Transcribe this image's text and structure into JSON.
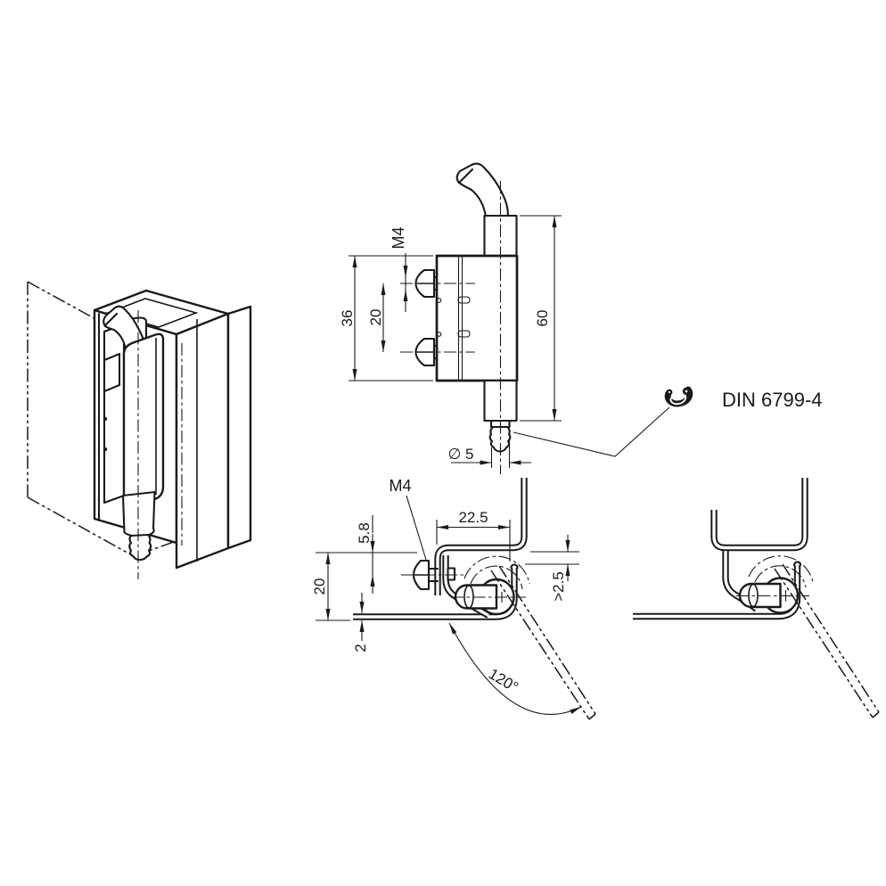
{
  "drawing": {
    "background": "#ffffff",
    "line_color": "#1a1a1a",
    "front_view": {
      "thread_label": "M4",
      "plate_height": "36",
      "hole_spacing": "20",
      "overall_height": "60",
      "pin_diameter": "∅ 5"
    },
    "retaining_ring": {
      "label": "DIN 6799-4"
    },
    "section_view": {
      "thread_label": "M4",
      "door_offset": "22.5",
      "screw_offset": "5.8",
      "frame_depth": "20",
      "sheet_thickness": "2",
      "clearance": ">2.5",
      "opening_angle": "120°"
    }
  }
}
